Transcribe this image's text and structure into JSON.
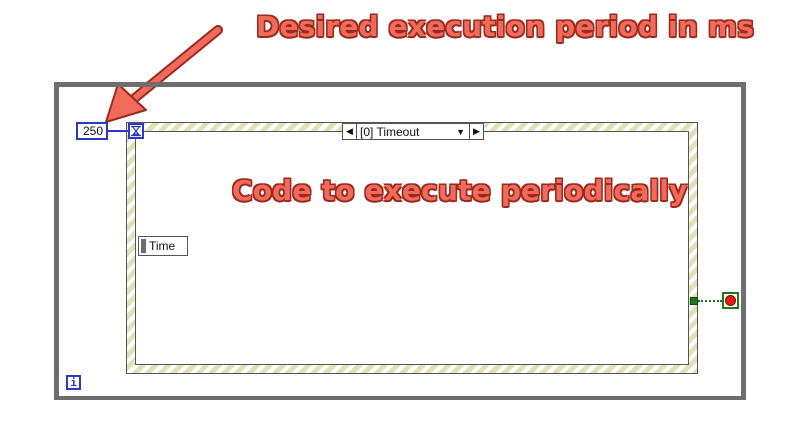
{
  "annotations": {
    "top_callout": "Desired execution period in ms",
    "middle_callout": "Code to execute periodically"
  },
  "while_loop": {
    "period_constant": "250",
    "iteration_terminal": "i"
  },
  "event_structure": {
    "case_selector": {
      "label": "[0] Timeout",
      "prev_icon": "left-triangle-icon",
      "next_icon": "right-triangle-icon",
      "dropdown_icon": "dropdown-arrow-icon"
    },
    "event_data_node": {
      "label": "Time"
    },
    "timeout_terminal_icon": "hourglass-icon"
  },
  "stop_terminal_icon": "stop-condition-icon",
  "colors": {
    "annotation_fill": "#f26a5a",
    "annotation_outline": "#9a2a1f",
    "integer_wire": "#2b38c4",
    "boolean_wire": "#1b7a1b",
    "loop_frame": "#6e6e6e",
    "stop_red": "#e31b1b"
  }
}
